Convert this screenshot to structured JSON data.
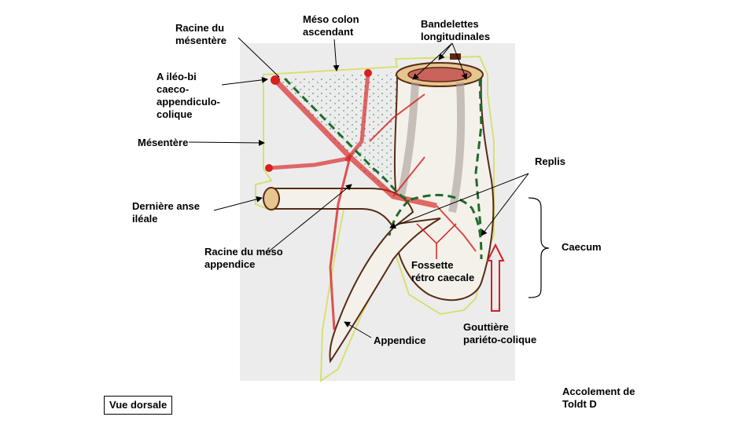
{
  "labels": {
    "racine_mesentere": "Racine du\nmésentère",
    "meso_colon": "Méso colon\nascendant",
    "bandelettes": "Bandelettes\nlongitudinales",
    "artere": "A iléo-bi\ncaeco-\nappendiculo-\ncolique",
    "mesentere": "Mésentère",
    "derniere_anse": "Dernière anse\niléale",
    "racine_meso_appendice": "Racine du méso\nappendice",
    "replis": "Replis",
    "caecum": "Caecum",
    "fossette": "Fossette\nrétro caecale",
    "gouttiere": "Gouttière\npariéto-colique",
    "appendice": "Appendice",
    "accolement": "Accolement de\nToldt D",
    "vue": "Vue dorsale"
  },
  "colors": {
    "background_panel": "#ececec",
    "peritoneum_outline": "#d8e070",
    "vessel": "#d81e1e",
    "dashed_line": "#1f6b2a",
    "bowel_outline": "#5a2a14",
    "arrow_red": "#d81e1e"
  }
}
